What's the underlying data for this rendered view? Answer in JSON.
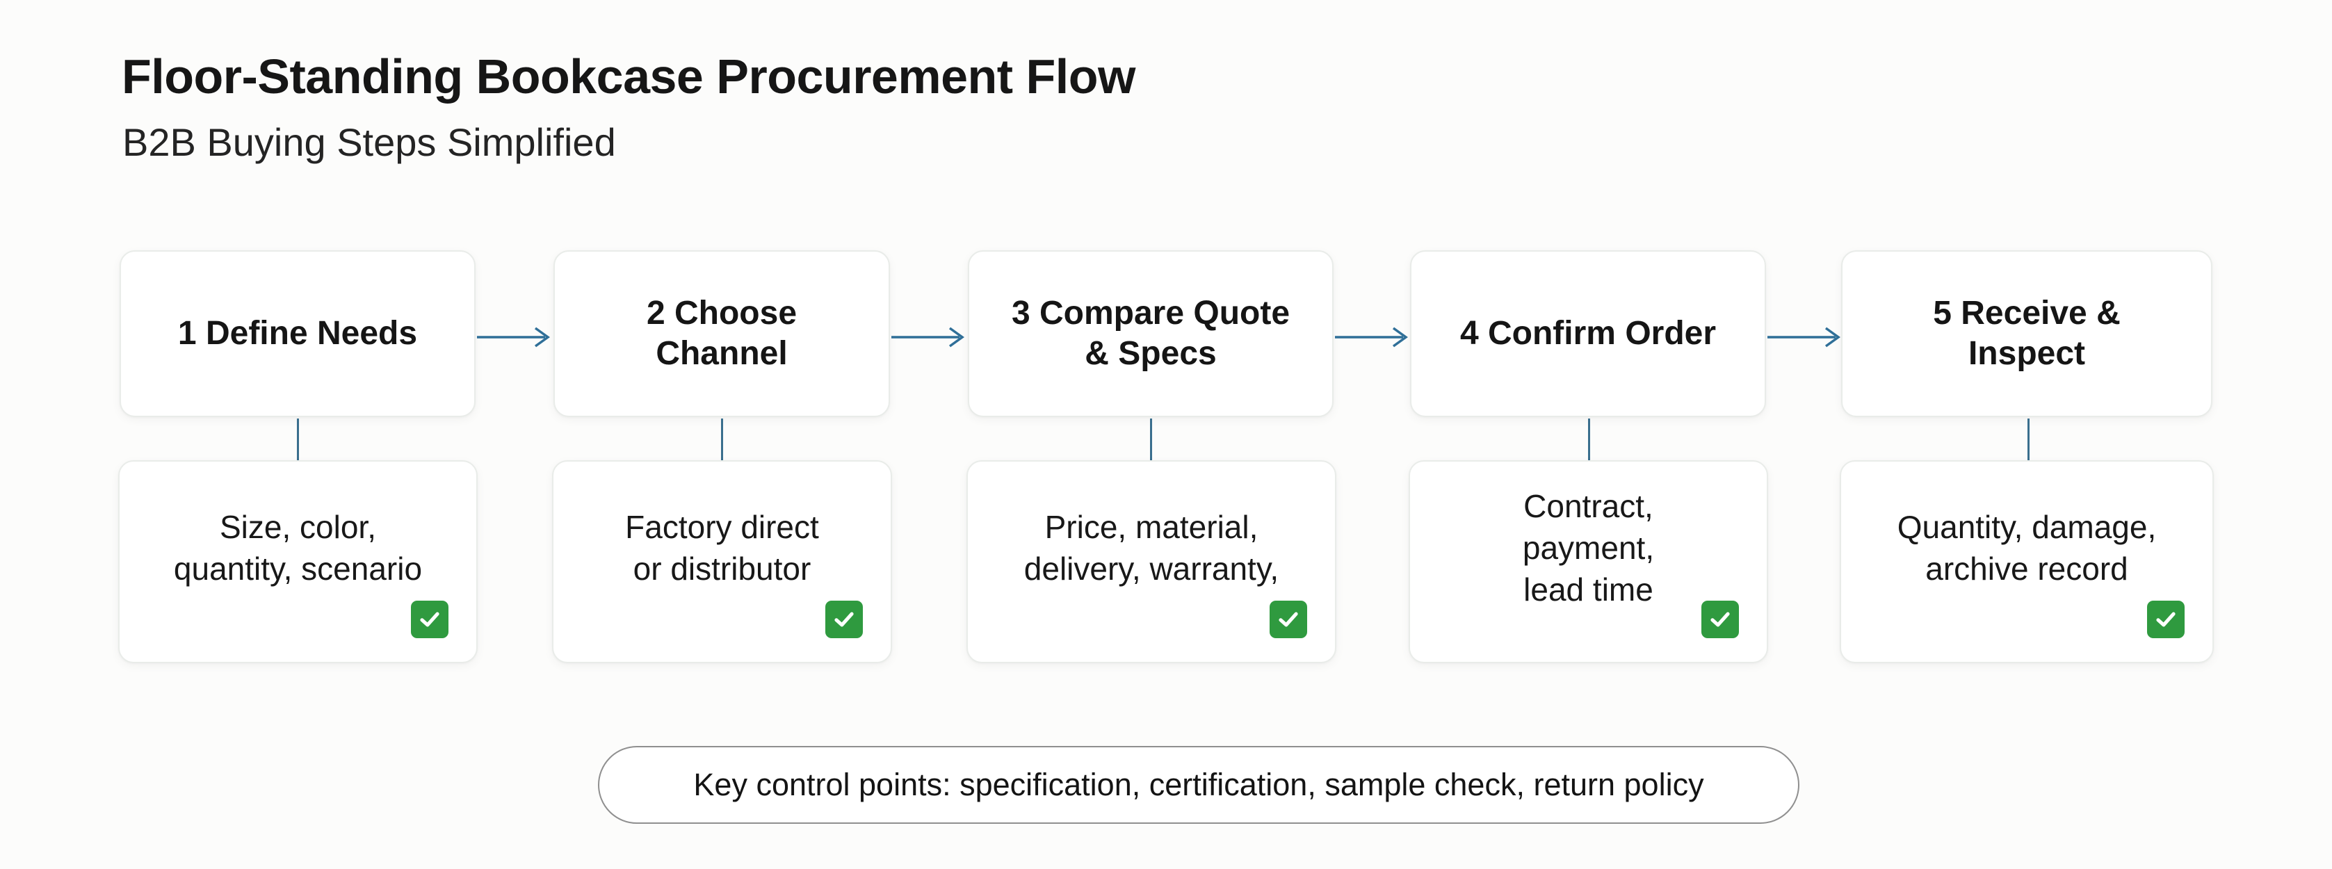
{
  "title": "Floor-Standing Bookcase Procurement Flow",
  "subtitle": "B2B Buying Steps Simplified",
  "steps": [
    {
      "label": "1 Define Needs",
      "detail": "Size, color,\nquantity, scenario"
    },
    {
      "label": "2 Choose\nChannel",
      "detail": "Factory direct\nor distributor"
    },
    {
      "label": "3 Compare Quote\n& Specs",
      "detail": "Price, material,\ndelivery, warranty,"
    },
    {
      "label": "4 Confirm Order",
      "detail": "Contract,\npayment,\nlead time"
    },
    {
      "label": "5 Receive &\nInspect",
      "detail": "Quantity, damage,\narchive record"
    }
  ],
  "footer": "Key control points: specification, certification, sample check, return policy",
  "colors": {
    "arrow": "#2f6f98",
    "connector": "#3a6f8e",
    "check": "#2f9a3f"
  },
  "icons": {
    "check": "checkmark-icon",
    "arrow": "arrow-right-icon"
  }
}
